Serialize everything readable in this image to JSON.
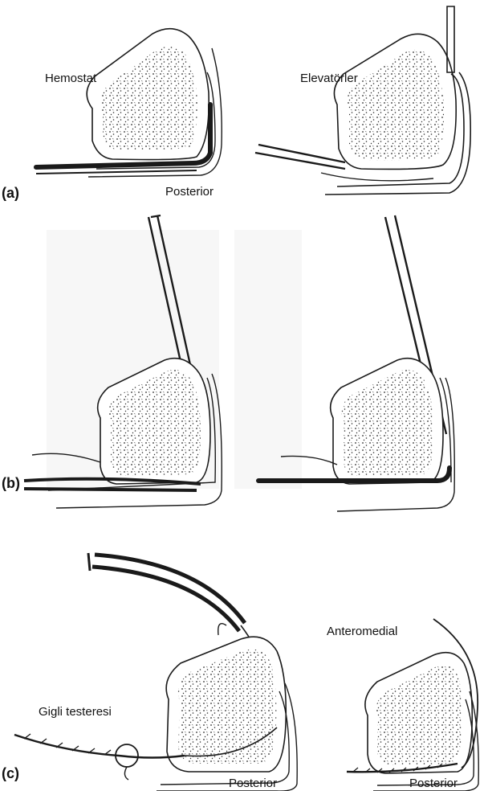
{
  "panels": [
    {
      "id": "a",
      "panel_label": "(a)",
      "labels": {
        "left": "Hemostat",
        "right": "Elevatörler",
        "bottom": "Posterior"
      }
    },
    {
      "id": "b",
      "panel_label": "(b)"
    },
    {
      "id": "c",
      "panel_label": "(c)",
      "labels": {
        "saw": "Gigli testeresi",
        "anteromedial": "Anteromedial",
        "bottom_left": "Posterior",
        "bottom_right": "Posterior"
      }
    }
  ],
  "colors": {
    "line": "#1a1a1a",
    "fill": "#ffffff",
    "stipple": "#2a2a2a"
  }
}
